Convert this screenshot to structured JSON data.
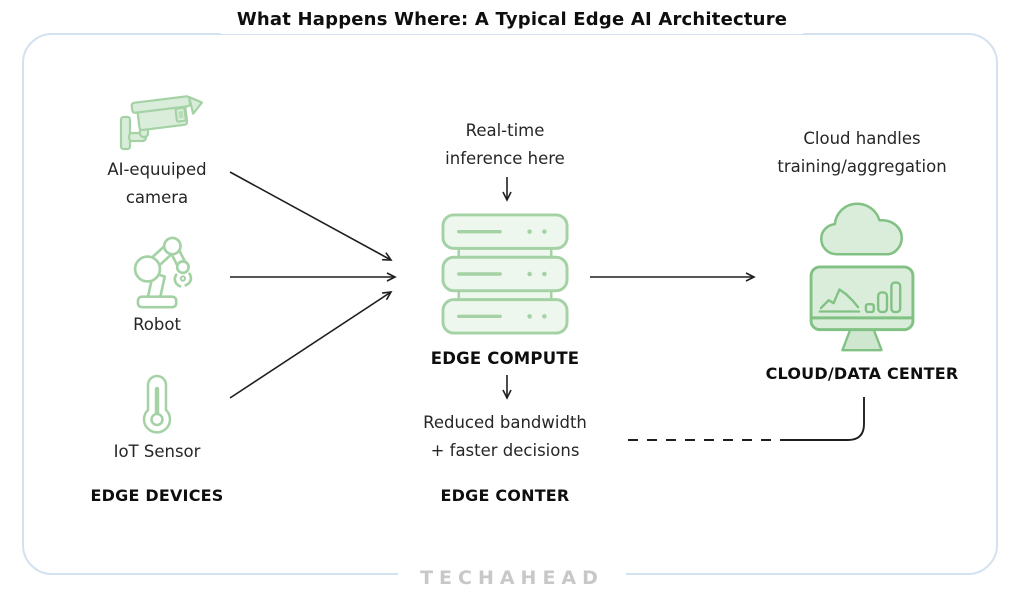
{
  "title": "What Happens Where: A Typical Edge AI Architecture",
  "watermark": "TECHAHEAD",
  "edge_devices": {
    "heading": "EDGE DEVICES",
    "items": [
      {
        "icon": "cctv-camera-icon",
        "label": "AI-equuiped\ncamera"
      },
      {
        "icon": "robot-arm-icon",
        "label": "Robot"
      },
      {
        "icon": "iot-sensor-icon",
        "label": "IoT Sensor"
      }
    ]
  },
  "edge_compute": {
    "top_note": "Real-time\ninference here",
    "icon": "server-stack-icon",
    "label": "EDGE COMPUTE",
    "bottom_note": "Reduced bandwidth\n+ faster decisions",
    "heading": "EDGE CONTER"
  },
  "cloud": {
    "top_note": "Cloud handles\ntraining/aggregation",
    "icons": [
      "cloud-icon",
      "monitor-chart-icon"
    ],
    "label": "CLOUD/DATA CENTER"
  },
  "colors": {
    "frame_border": "#d3e1f1",
    "icon_stroke_light": "#a4d2a5",
    "icon_stroke": "#82c184",
    "icon_fill_light": "#eef7ee",
    "icon_fill": "#daedda",
    "stand_fill": "#cfe6cf",
    "arrow": "#1f1f1f",
    "watermark": "#c8c8c8"
  }
}
